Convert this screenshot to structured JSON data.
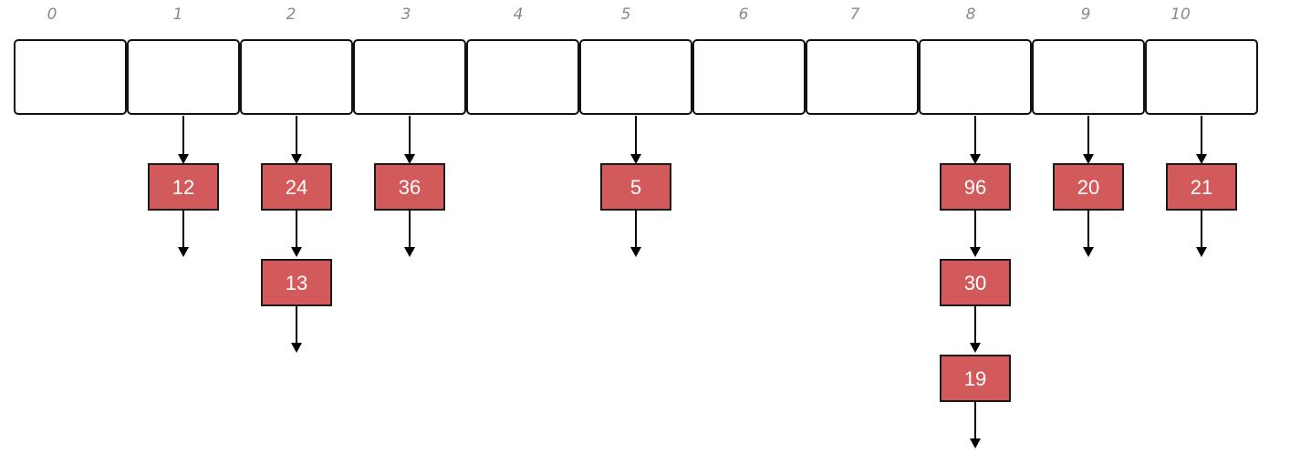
{
  "buckets": [
    {
      "index": "0",
      "chain": []
    },
    {
      "index": "1",
      "chain": [
        "12"
      ]
    },
    {
      "index": "2",
      "chain": [
        "24",
        "13"
      ]
    },
    {
      "index": "3",
      "chain": [
        "36"
      ]
    },
    {
      "index": "4",
      "chain": []
    },
    {
      "index": "5",
      "chain": [
        "5"
      ]
    },
    {
      "index": "6",
      "chain": []
    },
    {
      "index": "7",
      "chain": []
    },
    {
      "index": "8",
      "chain": [
        "96",
        "30",
        "19"
      ]
    },
    {
      "index": "9",
      "chain": [
        "20"
      ]
    },
    {
      "index": "10",
      "chain": [
        "21"
      ]
    }
  ],
  "colors": {
    "node_fill": "#d35a5a",
    "node_text": "#ffffff",
    "slot_border": "#111111",
    "index_text": "#8a8a8a",
    "arrow": "#000000"
  }
}
